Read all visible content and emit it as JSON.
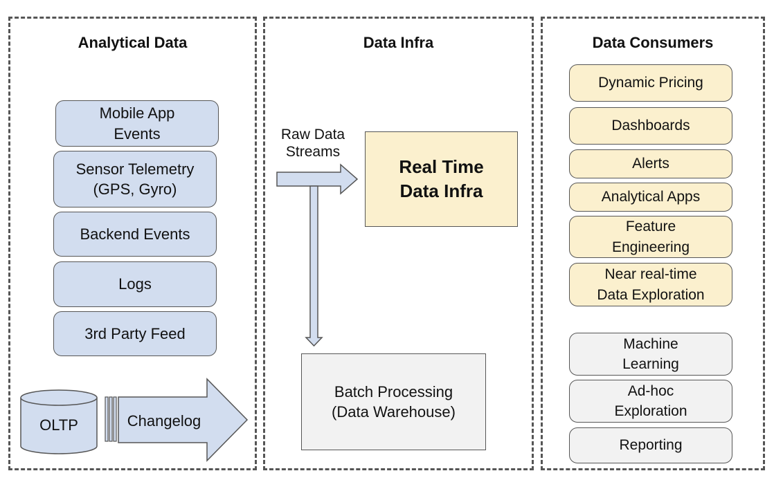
{
  "panels": {
    "left_title": "Analytical Data",
    "middle_title": "Data Infra",
    "right_title": "Data Consumers"
  },
  "sources": [
    "Mobile App\nEvents",
    "Sensor Telemetry\n(GPS, Gyro)",
    "Backend Events",
    "Logs",
    "3rd Party Feed"
  ],
  "oltp": {
    "label": "OLTP",
    "changelog": "Changelog"
  },
  "infra": {
    "raw_streams": "Raw Data\nStreams",
    "realtime": "Real Time\nData Infra",
    "batch": "Batch Processing\n(Data Warehouse)"
  },
  "consumers_realtime": [
    "Dynamic Pricing",
    "Dashboards",
    "Alerts",
    "Analytical Apps",
    "Feature\nEngineering",
    "Near real-time\nData Exploration"
  ],
  "consumers_batch": [
    "Machine\nLearning",
    "Ad-hoc\nExploration",
    "Reporting"
  ],
  "colors": {
    "source_fill": "#d2ddef",
    "realtime_fill": "#fbf0ce",
    "batch_fill": "#f2f2f2",
    "border": "#555555"
  }
}
